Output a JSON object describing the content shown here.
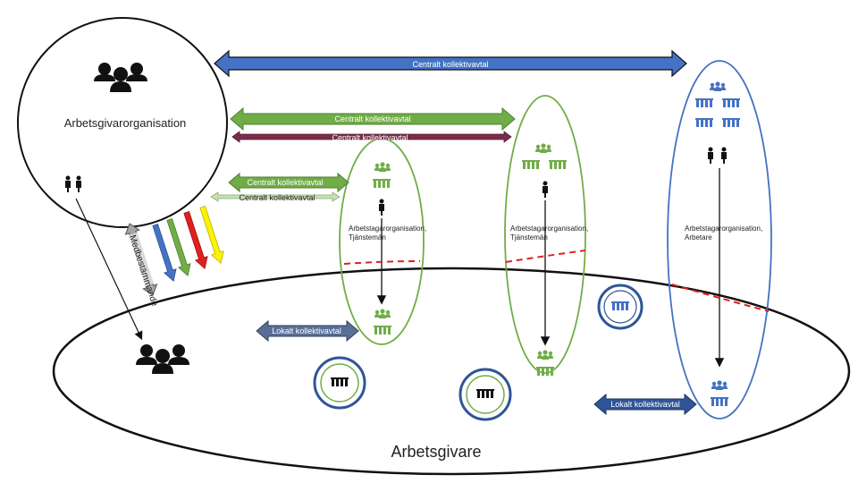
{
  "employer_org": {
    "label": "Arbetsgivarorganisation"
  },
  "employer": {
    "label": "Arbetsgivare"
  },
  "agreements": {
    "central": "Centralt kollektivavtal",
    "local": "Lokalt kollektivavtal",
    "mediation": "Medbestämmande"
  },
  "union_orgs": [
    {
      "line1": "Arbetstagarorganisation,",
      "line2": "Tjänstemän"
    },
    {
      "line1": "Arbetstagarorganisation,",
      "line2": "Tjänstemän"
    },
    {
      "line1": "Arbetstagarorganisation,",
      "line2": "Arbetare"
    }
  ],
  "colors": {
    "blue": "#4472C4",
    "green": "#70AD47",
    "maroon": "#7B2C4A",
    "lime": "#C5E0B4",
    "slate": "#5A6F97",
    "red": "#E02020",
    "yellow": "#FFF200",
    "dark": "#222222"
  }
}
